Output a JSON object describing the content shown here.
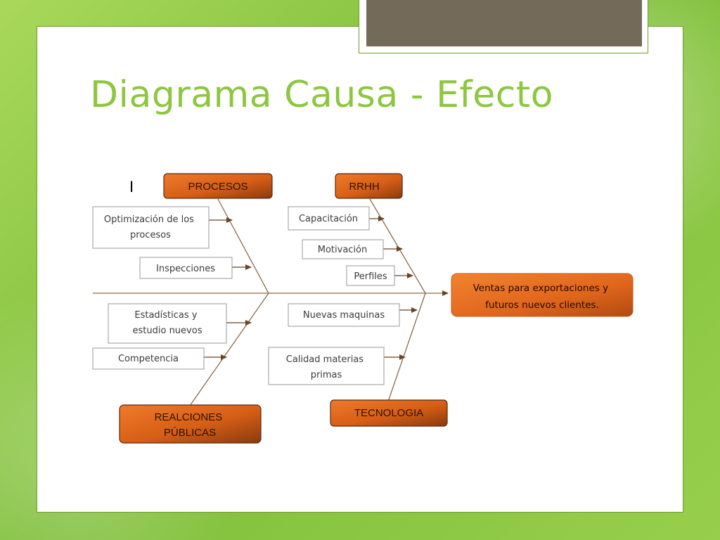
{
  "slide": {
    "title": "Diagrama Causa - Efecto"
  },
  "diagram": {
    "marker": "I",
    "effect": {
      "lines": [
        "Ventas para exportaciones y",
        "futuros nuevos clientes."
      ]
    },
    "categories": {
      "procesos": {
        "lines": [
          "PROCESOS"
        ]
      },
      "rrhh": {
        "lines": [
          "RRHH"
        ]
      },
      "relaciones": {
        "lines": [
          "REALCIONES",
          "PÚBLICAS"
        ]
      },
      "tecnologia": {
        "lines": [
          "TECNOLOGIA"
        ]
      }
    },
    "causes": {
      "optimizacion": {
        "lines": [
          "Optimización de los",
          "procesos"
        ]
      },
      "inspecciones": {
        "lines": [
          "Inspecciones"
        ]
      },
      "estadisticas": {
        "lines": [
          "Estadísticas y",
          "estudio nuevos"
        ]
      },
      "competencia": {
        "lines": [
          "Competencia"
        ]
      },
      "capacitacion": {
        "lines": [
          "Capacitación"
        ]
      },
      "motivacion": {
        "lines": [
          "Motivación"
        ]
      },
      "perfiles": {
        "lines": [
          "Perfiles"
        ]
      },
      "maquinas": {
        "lines": [
          "Nuevas  maquinas"
        ]
      },
      "calidad": {
        "lines": [
          "Calidad materias",
          "primas"
        ]
      }
    }
  },
  "colors": {
    "title": "#8dc63f",
    "category_orange": "#e0651c",
    "category_dark": "#8a3a0e",
    "background_green": "#8cc63f",
    "title_bar": "#736a5a"
  }
}
